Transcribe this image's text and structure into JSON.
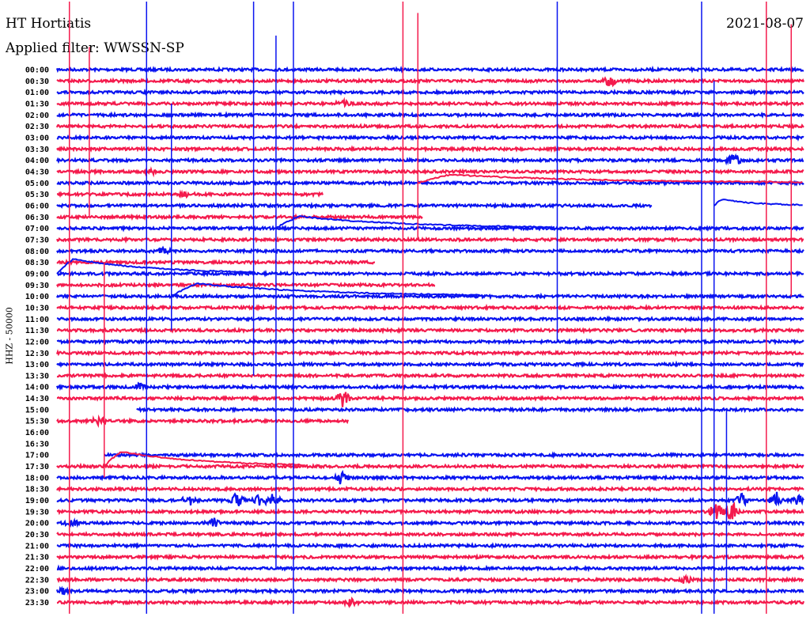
{
  "header": {
    "station": "HT Hortiatis",
    "date": "2021-08-07",
    "filter": "Applied filter: WWSSN-SP"
  },
  "chart_data": {
    "type": "line",
    "subtype": "helicorder",
    "title": "HT Hortiatis",
    "ylabel": "HHZ - 50000",
    "minutes_per_row": 30,
    "colors": {
      "even": "#0a14f0",
      "odd": "#f41b4d"
    },
    "row_labels": [
      "00:00",
      "00:30",
      "01:00",
      "01:30",
      "02:00",
      "02:30",
      "03:00",
      "03:30",
      "04:00",
      "04:30",
      "05:00",
      "05:30",
      "06:00",
      "06:30",
      "07:00",
      "07:30",
      "08:00",
      "08:30",
      "09:00",
      "09:30",
      "10:00",
      "10:30",
      "11:00",
      "11:30",
      "12:00",
      "12:30",
      "13:00",
      "13:30",
      "14:00",
      "14:30",
      "15:00",
      "15:30",
      "16:00",
      "16:30",
      "17:00",
      "17:30",
      "18:00",
      "18:30",
      "19:00",
      "19:30",
      "20:00",
      "20:30",
      "21:00",
      "21:30",
      "22:00",
      "22:30",
      "23:00",
      "23:30"
    ],
    "gaps": [
      {
        "row": 11,
        "from_min": 10.7,
        "to_min": 30
      },
      {
        "row": 12,
        "from_min": 23.9,
        "to_min": 30
      },
      {
        "row": 13,
        "from_min": 14.7,
        "to_min": 30
      },
      {
        "row": 17,
        "from_min": 12.8,
        "to_min": 30
      },
      {
        "row": 19,
        "from_min": 15.2,
        "to_min": 30
      },
      {
        "row": 30,
        "from_min": 0,
        "to_min": 3.2
      },
      {
        "row": 31,
        "from_min": 11.7,
        "to_min": 30
      },
      {
        "row": 32,
        "from_min": 0,
        "to_min": 30
      },
      {
        "row": 33,
        "from_min": 0,
        "to_min": 30
      },
      {
        "row": 34,
        "from_min": 0,
        "to_min": 1.9
      }
    ],
    "events": [
      {
        "row": 1,
        "min": 22.2,
        "amp": 8
      },
      {
        "row": 3,
        "min": 11.5,
        "amp": 4
      },
      {
        "row": 8,
        "min": 27.2,
        "amp": 10
      },
      {
        "row": 9,
        "min": 3.8,
        "amp": 4
      },
      {
        "row": 11,
        "min": 5.2,
        "amp": 4
      },
      {
        "row": 16,
        "min": 4.2,
        "amp": 5
      },
      {
        "row": 28,
        "min": 3.4,
        "amp": 5
      },
      {
        "row": 29,
        "min": 11.5,
        "amp": 14
      },
      {
        "row": 31,
        "min": 1.7,
        "amp": 5
      },
      {
        "row": 36,
        "min": 11.4,
        "amp": 8
      },
      {
        "row": 38,
        "min": 5.3,
        "amp": 6
      },
      {
        "row": 38,
        "min": 7.2,
        "amp": 12
      },
      {
        "row": 38,
        "min": 8.1,
        "amp": 8
      },
      {
        "row": 38,
        "min": 8.7,
        "amp": 10
      },
      {
        "row": 38,
        "min": 27.5,
        "amp": 10
      },
      {
        "row": 38,
        "min": 28.9,
        "amp": 10
      },
      {
        "row": 38,
        "min": 29.8,
        "amp": 8
      },
      {
        "row": 39,
        "min": 26.5,
        "amp": 12
      },
      {
        "row": 39,
        "min": 27.1,
        "amp": 14
      },
      {
        "row": 40,
        "min": 0.6,
        "amp": 6
      },
      {
        "row": 40,
        "min": 6.3,
        "amp": 6
      },
      {
        "row": 45,
        "min": 25.2,
        "amp": 6
      },
      {
        "row": 46,
        "min": 0.3,
        "amp": 5
      },
      {
        "row": 47,
        "min": 11.8,
        "amp": 5
      }
    ],
    "spikes": [
      {
        "min": 0.5,
        "top_row": -6,
        "bottom_row": 48,
        "color": "odd"
      },
      {
        "min": 1.3,
        "top_row": -2,
        "bottom_row": 13,
        "color": "odd"
      },
      {
        "min": 1.9,
        "top_row": 17,
        "bottom_row": 36,
        "color": "odd"
      },
      {
        "min": 3.6,
        "top_row": -6,
        "bottom_row": 48,
        "color": "even"
      },
      {
        "min": 4.6,
        "top_row": 3,
        "bottom_row": 23,
        "color": "even"
      },
      {
        "min": 7.9,
        "top_row": -6,
        "bottom_row": 27,
        "color": "even"
      },
      {
        "min": 8.8,
        "top_row": -3,
        "bottom_row": 44,
        "color": "even"
      },
      {
        "min": 9.5,
        "top_row": -6,
        "bottom_row": 48,
        "color": "even"
      },
      {
        "min": 13.9,
        "top_row": -6,
        "bottom_row": 48,
        "color": "odd"
      },
      {
        "min": 14.5,
        "top_row": -5,
        "bottom_row": 15,
        "color": "odd"
      },
      {
        "min": 20.1,
        "top_row": -6,
        "bottom_row": 24,
        "color": "even"
      },
      {
        "min": 25.9,
        "top_row": -6,
        "bottom_row": 48,
        "color": "even"
      },
      {
        "min": 26.4,
        "top_row": 1,
        "bottom_row": 48,
        "color": "even"
      },
      {
        "min": 26.9,
        "top_row": 30,
        "bottom_row": 46,
        "color": "even"
      },
      {
        "min": 28.5,
        "top_row": -6,
        "bottom_row": 48,
        "color": "odd"
      },
      {
        "min": 29.5,
        "top_row": -4,
        "bottom_row": 20,
        "color": "odd"
      }
    ],
    "transients": [
      {
        "row": 18,
        "start_min": 0,
        "end_min": 8,
        "offset_rows": -1.6,
        "color": "even"
      },
      {
        "row": 20,
        "start_min": 4.6,
        "end_min": 17,
        "offset_rows": -1.4,
        "color": "even"
      },
      {
        "row": 14,
        "start_min": 8.8,
        "end_min": 20,
        "offset_rows": -1.3,
        "color": "even"
      },
      {
        "row": 10,
        "start_min": 14.5,
        "end_min": 30,
        "offset_rows": -0.9,
        "color": "odd"
      },
      {
        "row": 12,
        "start_min": 26.4,
        "end_min": 30,
        "offset_rows": -0.7,
        "color": "even"
      },
      {
        "row": 35,
        "start_min": 1.9,
        "end_min": 10,
        "offset_rows": -1.6,
        "color": "odd"
      }
    ]
  }
}
